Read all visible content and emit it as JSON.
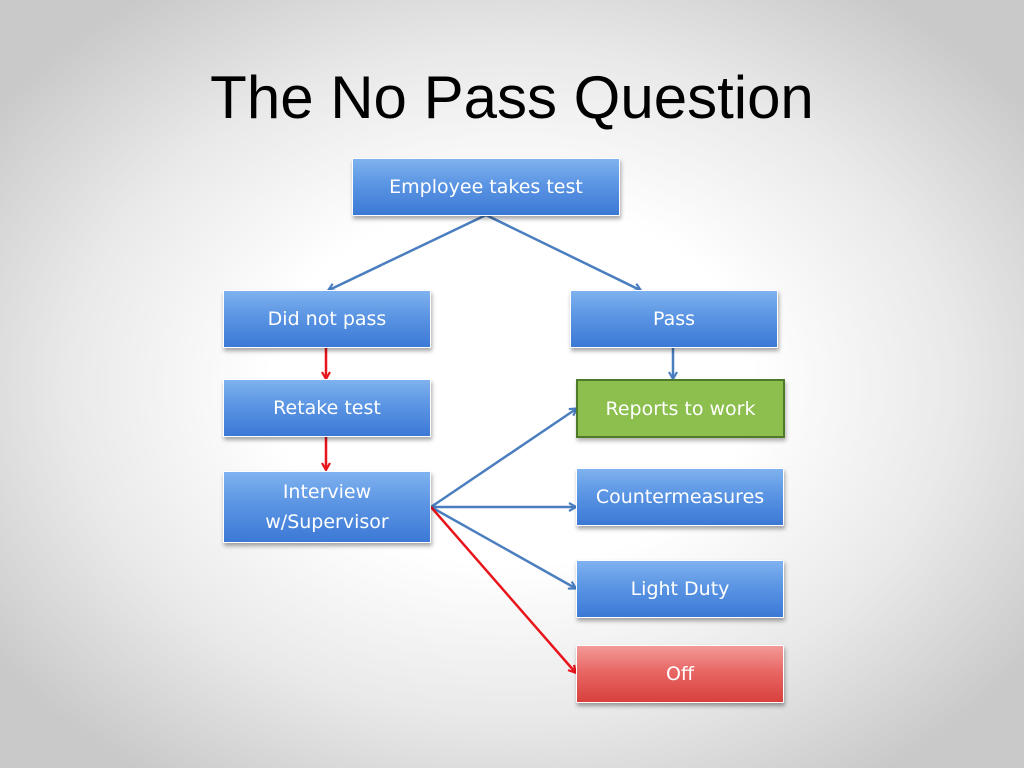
{
  "title": "The No Pass Question",
  "colors": {
    "box_blue": "#5b95e3",
    "box_green": "#8cbf4d",
    "box_red": "#e86764",
    "connector_blue": "#4a7ebf",
    "connector_red": "#e8141b"
  },
  "nodes": {
    "employee_takes_test": "Employee takes test",
    "did_not_pass": "Did not pass",
    "pass": "Pass",
    "retake_test": "Retake test",
    "reports_to_work": "Reports to work",
    "interview_line1": "Interview",
    "interview_line2": "w/Supervisor",
    "countermeasures": "Countermeasures",
    "light_duty": "Light Duty",
    "off": "Off"
  },
  "edges": [
    {
      "from": "employee_takes_test",
      "to": "did_not_pass",
      "color": "blue"
    },
    {
      "from": "employee_takes_test",
      "to": "pass",
      "color": "blue"
    },
    {
      "from": "did_not_pass",
      "to": "retake_test",
      "color": "red"
    },
    {
      "from": "pass",
      "to": "reports_to_work",
      "color": "blue"
    },
    {
      "from": "retake_test",
      "to": "interview",
      "color": "red"
    },
    {
      "from": "interview",
      "to": "reports_to_work",
      "color": "blue"
    },
    {
      "from": "interview",
      "to": "countermeasures",
      "color": "blue"
    },
    {
      "from": "interview",
      "to": "light_duty",
      "color": "blue"
    },
    {
      "from": "interview",
      "to": "off",
      "color": "red"
    }
  ]
}
